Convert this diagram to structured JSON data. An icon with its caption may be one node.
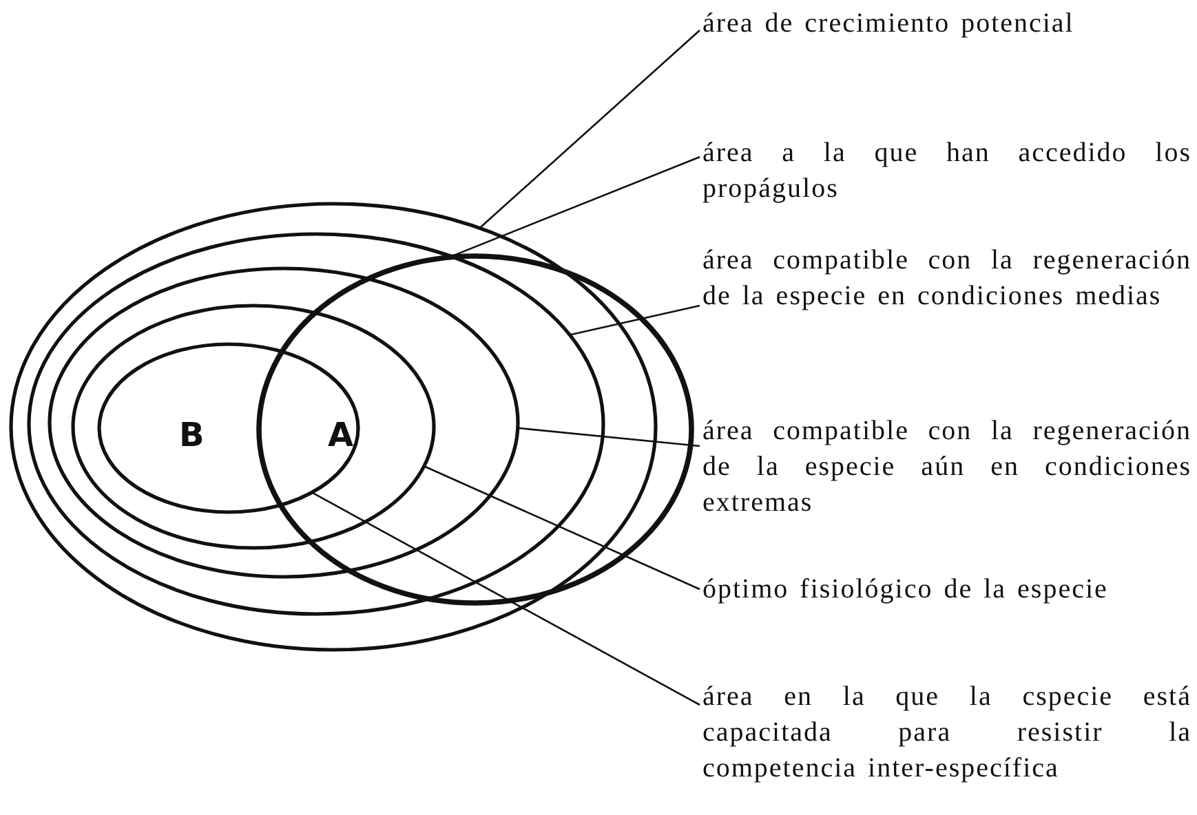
{
  "diagram": {
    "nodes": [
      {
        "text": [],
        "shape": "ellipse"
      },
      {
        "text": [],
        "shape": "ellipse",
        "in": 0
      },
      {
        "text": [],
        "shape": "ellipse",
        "in": 1
      },
      {
        "text": [],
        "shape": "ellipse",
        "in": 2
      },
      {
        "text": [],
        "shape": "ellipse",
        "in": 3
      },
      {
        "text": [],
        "shape": "ellipse"
      },
      {
        "text": [
          "área de crecimiento potencial"
        ]
      },
      {
        "text": [
          "área a la que han accedido los propágulos"
        ]
      },
      {
        "text": [
          "área compatible con la regeneración de la especie en condiciones medias"
        ]
      },
      {
        "text": [
          "área compatible con la regeneración de la especie aún en condiciones extremas"
        ]
      },
      {
        "text": [
          "óptimo fisiológico de la especie"
        ]
      },
      {
        "text": [
          "área en la que la cspecie está capacitada para resistir la competencia inter-específica"
        ]
      }
    ],
    "edges": [
      {
        "from": 6,
        "to": 0,
        "arrow": "none"
      },
      {
        "from": 7,
        "to": 5,
        "arrow": "none"
      },
      {
        "from": 8,
        "to": 1,
        "arrow": "none"
      },
      {
        "from": 9,
        "to": 2,
        "arrow": "none"
      },
      {
        "from": 10,
        "to": 3,
        "arrow": "none"
      },
      {
        "from": 11,
        "to": 4,
        "arrow": "none"
      }
    ],
    "labels": [
      "B",
      "A"
    ]
  }
}
